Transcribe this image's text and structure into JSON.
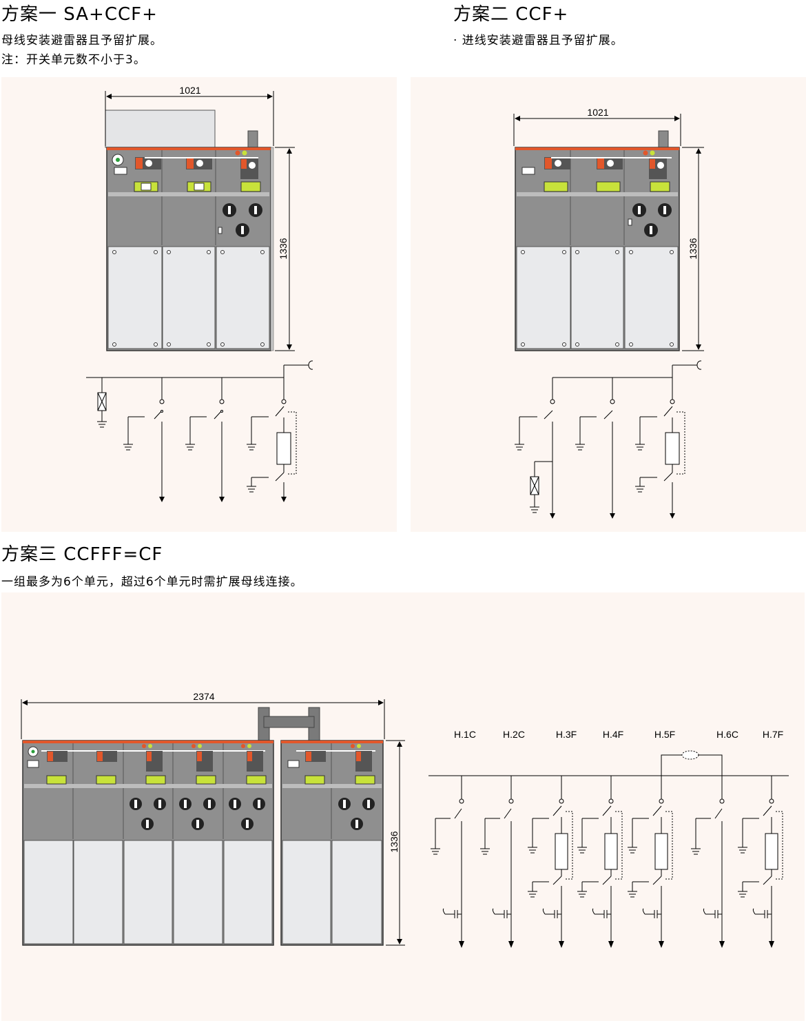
{
  "scheme1": {
    "title": "方案一  SA+CCF+",
    "lines": [
      "母线安装避雷器且予留扩展。",
      "注：开关单元数不小于3。"
    ],
    "width_dim": "1021",
    "height_dim": "1336"
  },
  "scheme2": {
    "title": "方案二  CCF+",
    "lines": [
      "· 进线安装避雷器且予留扩展。"
    ],
    "width_dim": "1021",
    "height_dim": "1336"
  },
  "scheme3": {
    "title": "方案三  CCFFF=CF",
    "lines": [
      "一组最多为6个单元，超过6个单元时需扩展母线连接。"
    ],
    "width_dim": "2374",
    "height_dim": "1336",
    "units": [
      "H.1C",
      "H.2C",
      "H.3F",
      "H.4F",
      "H.5F",
      "H.6C",
      "H.7F"
    ]
  },
  "colors": {
    "panel_bg": "#fdf6f2",
    "cabinet_gray": "#8f8f8f",
    "door_light": "#e9eaec",
    "accent_orange": "#e2572b",
    "indicator_green": "#c8e23b"
  }
}
